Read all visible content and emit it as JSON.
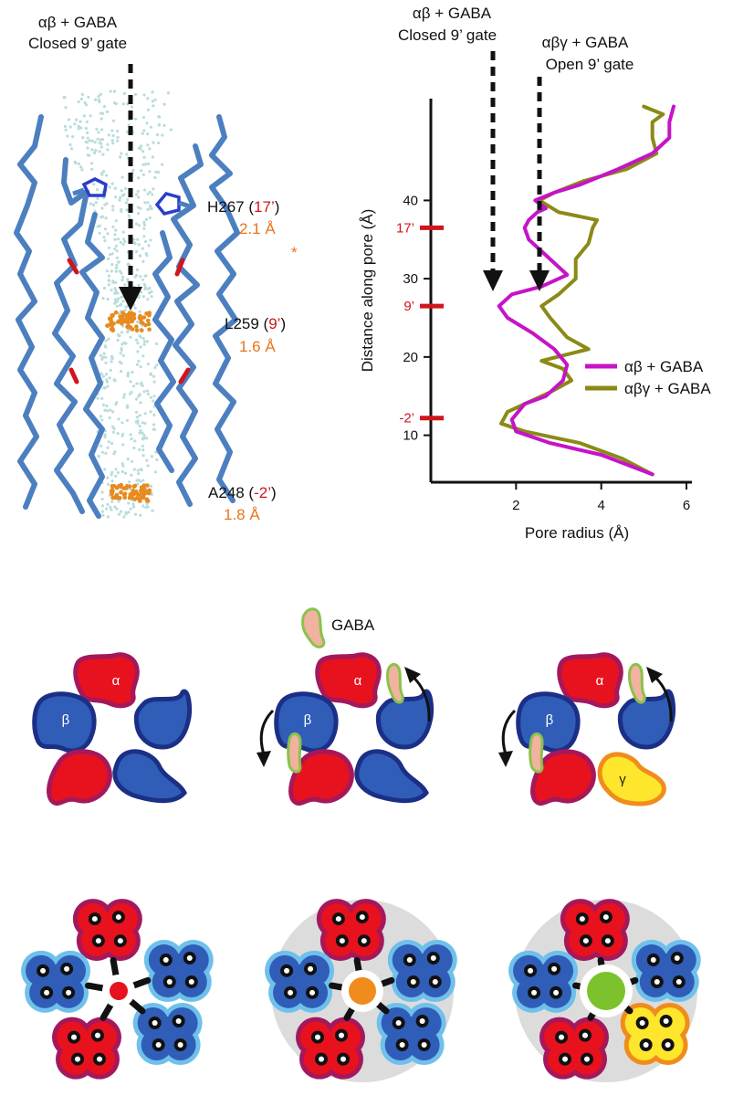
{
  "panel_a": {
    "gate_label_line1": "αβ + GABA",
    "gate_label_line2": "Closed 9’ gate",
    "res1_name": "H267",
    "res1_open": " (",
    "res1_pos": "17’",
    "res1_close": ")",
    "res1_dist": "2.1 Å",
    "res1_mark": "*",
    "res2_name": "L259",
    "res2_open": " (",
    "res2_pos": "9’",
    "res2_close": ")",
    "res2_dist": "1.6 Å",
    "res3_name": "A248",
    "res3_open": " (",
    "res3_pos": "-2’",
    "res3_close": ")",
    "res3_dist": "1.8 Å"
  },
  "panel_b": {
    "arrow1_line1": "αβ + GABA",
    "arrow1_line2": "Closed 9’ gate",
    "arrow2_line1": "αβγ + GABA",
    "arrow2_line2": "Open 9’ gate"
  },
  "chart_data": {
    "type": "line",
    "xlabel": "Pore radius (Å)",
    "ylabel": "Distance along pore (Å)",
    "xlim": [
      0,
      6
    ],
    "ylim": [
      4,
      53
    ],
    "x_ticks": [
      2,
      4,
      6
    ],
    "y_ticks": [
      10,
      20,
      30,
      40
    ],
    "y_marked_ticks": [
      {
        "label": "17’",
        "y": 36.5
      },
      {
        "label": "9’",
        "y": 26.5
      },
      {
        "label": "-2’",
        "y": 12.2
      }
    ],
    "legend_position": "right",
    "series": [
      {
        "name": "αβ + GABA",
        "color": "#c514c8",
        "points": [
          [
            5.2,
            5
          ],
          [
            4.0,
            7.5
          ],
          [
            2.8,
            9
          ],
          [
            2.0,
            10.5
          ],
          [
            1.9,
            12
          ],
          [
            2.2,
            14
          ],
          [
            2.7,
            15
          ],
          [
            3.1,
            17
          ],
          [
            3.2,
            19
          ],
          [
            2.9,
            21
          ],
          [
            2.4,
            23
          ],
          [
            1.8,
            25
          ],
          [
            1.6,
            26.5
          ],
          [
            1.9,
            28
          ],
          [
            2.6,
            29
          ],
          [
            3.2,
            30.5
          ],
          [
            2.9,
            32
          ],
          [
            2.6,
            33.5
          ],
          [
            2.3,
            35
          ],
          [
            2.2,
            36.5
          ],
          [
            2.3,
            37.5
          ],
          [
            2.5,
            38.5
          ],
          [
            2.7,
            39
          ],
          [
            2.45,
            40
          ],
          [
            2.9,
            41
          ],
          [
            3.5,
            42
          ],
          [
            4.4,
            44
          ],
          [
            5.2,
            46
          ],
          [
            5.6,
            48
          ],
          [
            5.6,
            50
          ],
          [
            5.7,
            52
          ]
        ]
      },
      {
        "name": "αβγ + GABA",
        "color": "#8b8a16",
        "points": [
          [
            5.2,
            5
          ],
          [
            4.5,
            7
          ],
          [
            3.5,
            9
          ],
          [
            2.2,
            10.5
          ],
          [
            1.65,
            11.5
          ],
          [
            1.8,
            13
          ],
          [
            2.2,
            14
          ],
          [
            2.8,
            15.5
          ],
          [
            3.3,
            17
          ],
          [
            3.1,
            18.5
          ],
          [
            2.6,
            19.5
          ],
          [
            3.7,
            21
          ],
          [
            3.2,
            22.5
          ],
          [
            2.8,
            25
          ],
          [
            2.6,
            26.5
          ],
          [
            3.0,
            28
          ],
          [
            3.4,
            30
          ],
          [
            3.4,
            32.5
          ],
          [
            3.7,
            34.5
          ],
          [
            3.8,
            36.5
          ],
          [
            3.9,
            37.5
          ],
          [
            3.0,
            38.5
          ],
          [
            2.55,
            40
          ],
          [
            2.9,
            41
          ],
          [
            3.6,
            42.5
          ],
          [
            4.6,
            44
          ],
          [
            5.3,
            46
          ],
          [
            5.2,
            48
          ],
          [
            5.2,
            50
          ],
          [
            5.45,
            51
          ],
          [
            5.0,
            52
          ]
        ]
      }
    ]
  },
  "panel_c": {
    "legend_label": "GABA",
    "alpha": "α",
    "beta": "β",
    "gamma": "γ"
  },
  "colors": {
    "alpha_fill": "#e8111e",
    "alpha_edge": "#a4185c",
    "beta_fill": "#2f5db8",
    "beta_edge": "#1c2f86",
    "gamma_fill": "#fde62c",
    "gamma_edge": "#f08c1c",
    "helix": "#4c7fbf",
    "pore_dots": "#b9dcdc",
    "gate_dots": "#e88a1e",
    "pore_center_closed": "#e8111e",
    "pore_center_partial": "#f08c1c",
    "pore_center_open": "#7cc22c"
  }
}
